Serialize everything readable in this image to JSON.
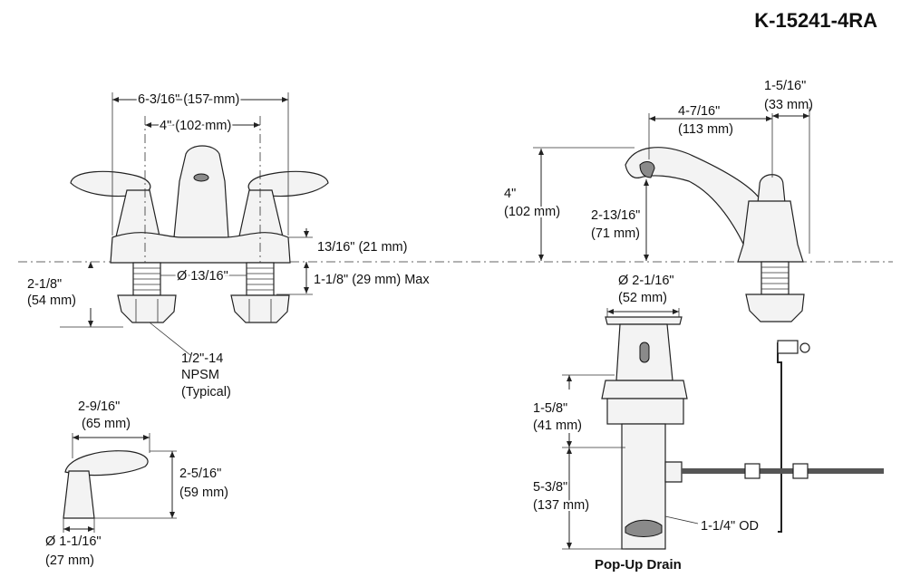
{
  "model_number": "K-15241-4RA",
  "front_view": {
    "overall_width": "6-3/16\" (157 mm)",
    "center_spacing": "4\" (102 mm)",
    "base_height": "13/16\" (21 mm)",
    "shank_diameter": "Ø 13/16\"",
    "max_mount_thickness": "1-1/8\" (29 mm) Max",
    "shank_length_line1": "2-1/8\"",
    "shank_length_line2": "(54 mm)",
    "thread_line1": "1/2\"-14",
    "thread_line2": "NPSM",
    "thread_line3": "(Typical)"
  },
  "side_view": {
    "spout_reach_line1": "4-7/16\"",
    "spout_reach_line2": "(113 mm)",
    "handle_offset_line1": "1-5/16\"",
    "handle_offset_line2": "(33 mm)",
    "overall_height_line1": "4\"",
    "overall_height_line2": "(102 mm)",
    "spout_height_line1": "2-13/16\"",
    "spout_height_line2": "(71 mm)"
  },
  "handle_detail": {
    "length_line1": "2-9/16\"",
    "length_line2": "(65 mm)",
    "height_line1": "2-5/16\"",
    "height_line2": "(59 mm)",
    "base_diameter_line1": "Ø 1-1/16\"",
    "base_diameter_line2": "(27 mm)"
  },
  "drain": {
    "flange_diameter_line1": "Ø 2-1/16\"",
    "flange_diameter_line2": "(52 mm)",
    "body_length_line1": "1-5/8\"",
    "body_length_line2": "(41 mm)",
    "tailpiece_length_line1": "5-3/8\"",
    "tailpiece_length_line2": "(137 mm)",
    "tailpiece_od": "1-1/4\" OD",
    "caption": "Pop-Up Drain"
  }
}
